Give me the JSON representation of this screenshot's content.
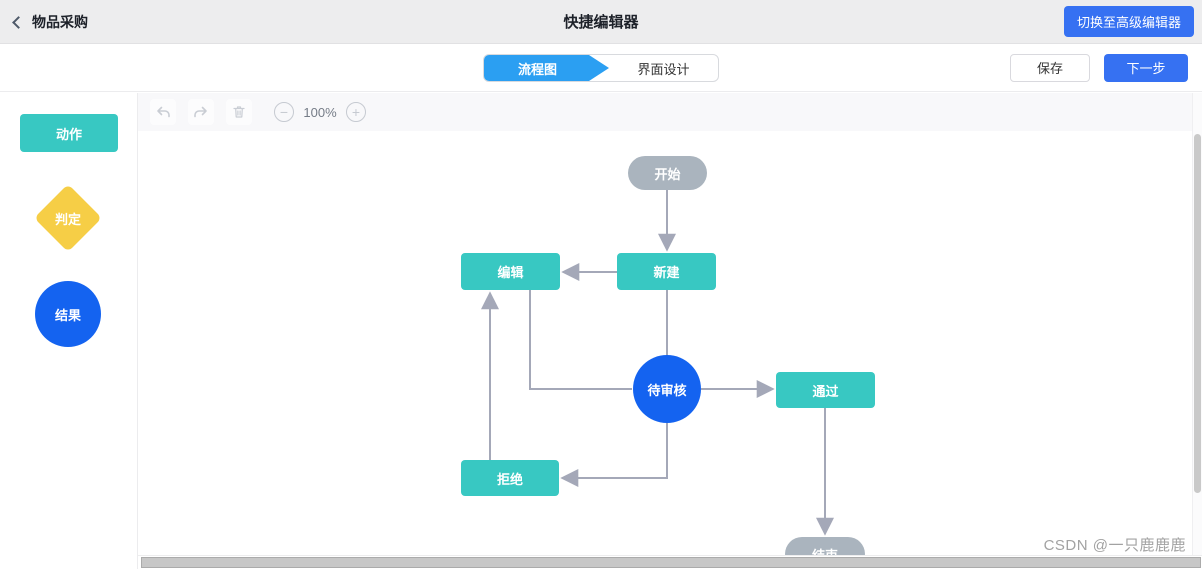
{
  "topbar": {
    "back": "物品采购",
    "title": "快捷编辑器",
    "switch_editor": "切换至高级编辑器"
  },
  "subbar": {
    "tabs": [
      {
        "label": "流程图",
        "active": true
      },
      {
        "label": "界面设计",
        "active": false
      }
    ],
    "save": "保存",
    "next": "下一步"
  },
  "palette": {
    "action": "动作",
    "decision": "判定",
    "result": "结果"
  },
  "canvas_toolbar": {
    "zoom": "100%",
    "minus": "−",
    "plus": "+"
  },
  "flowchart": {
    "nodes": [
      {
        "id": "start",
        "label": "开始",
        "shape": "pill",
        "color": "#aab4be"
      },
      {
        "id": "create",
        "label": "新建",
        "shape": "rect",
        "color": "#38c8c2"
      },
      {
        "id": "edit",
        "label": "编辑",
        "shape": "rect",
        "color": "#38c8c2"
      },
      {
        "id": "pending",
        "label": "待审核",
        "shape": "circle",
        "color": "#1463f0"
      },
      {
        "id": "pass",
        "label": "通过",
        "shape": "rect",
        "color": "#38c8c2"
      },
      {
        "id": "reject",
        "label": "拒绝",
        "shape": "rect",
        "color": "#38c8c2"
      },
      {
        "id": "end",
        "label": "结束",
        "shape": "pill",
        "color": "#aab4be"
      }
    ],
    "edges": [
      {
        "from": "开始",
        "to": "新建"
      },
      {
        "from": "新建",
        "to": "编辑"
      },
      {
        "from": "新建",
        "to": "待审核"
      },
      {
        "from": "编辑",
        "to": "待审核"
      },
      {
        "from": "待审核",
        "to": "通过"
      },
      {
        "from": "待审核",
        "to": "拒绝"
      },
      {
        "from": "拒绝",
        "to": "编辑"
      },
      {
        "from": "通过",
        "to": "结束"
      }
    ]
  },
  "watermark": "CSDN @一只鹿鹿鹿",
  "colors": {
    "primary_button": "#3671f2",
    "tab_active": "#2b9ff2",
    "node_teal": "#38c8c2",
    "node_yellow": "#f6ce46",
    "node_blue": "#1463f0",
    "node_gray": "#aab4be",
    "edge": "#a4a8b8",
    "topbar_bg": "#ededee"
  }
}
